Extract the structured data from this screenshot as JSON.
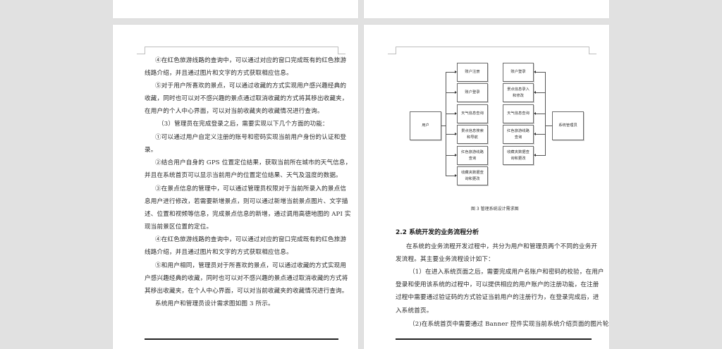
{
  "viewer": {
    "background_color": "#e1e1e1",
    "page_color": "#ffffff"
  },
  "left_page": {
    "lines": [
      "④在红色旅游线路的查询中，可以通过对应的窗口完成既有的红色旅游",
      "线路介绍，并且通过图片和文字的方式获取相应信息。",
      "⑤对于用户所喜欢的景点，可以通过收藏的方式实现用户感兴趣经典的",
      "收藏，同时也可以对不感兴趣的景点通过取消收藏的方式将其移出收藏夹，",
      "在用户的个人中心界面，可以对当前收藏夹的收藏情况进行查询。",
      "（3）管理员在完成登录之后，需要实现以下几个方面的功能：",
      "①可以通过用户自定义注册的账号和密码实现当前用户身份的认证和登",
      "录。",
      "②结合用户自身的 GPS 位置定位结果，获取当前所在城市的天气信息，",
      "并且在系统首页可以显示当前用户的位置定位结果、天气及温度的数据。",
      "③在景点信息的管理中，可以通过管理员权限对于当前所录入的景点信",
      "息用户进行修改，若需要新增景点，则可以通过新增当前景点图片、文字描",
      "述、位置和视频等信息，完成景点信息的新增，通过调用高德地图的 API 实",
      "现当前景区位置的定位。",
      "④在红色旅游线路的查询中，可以通过对应的窗口完成既有的红色旅游",
      "线路介绍，并且通过图片和文字的方式获取相应信息。",
      "⑤和用户相同，管理员对于所喜欢的景点，可以通过收藏的方式实现用",
      "户感兴趣经典的收藏，同时也可以对不感兴趣的景点通过取消收藏的方式将",
      "其移出收藏夹，在个人中心界面，可以对当前收藏夹的收藏情况进行查询。",
      "系统用户和管理员设计需求图如图 3 所示。"
    ]
  },
  "right_page": {
    "diagram": {
      "user_label": "用户",
      "admin_label": "系统管理员",
      "user_functions": [
        "账户注册",
        "账户登录",
        "天气信息查询",
        "景点信息搜索和导航",
        "红色旅游线路查询",
        "收藏夹数据查询和更改"
      ],
      "admin_functions": [
        "账户登录",
        "景点信息录入和修改",
        "天气信息查询",
        "红色旅游线路查询",
        "收藏夹数据查询和更改"
      ],
      "caption": "图 3  管理系统设计需求图"
    },
    "section_heading": "2.2  系统开发的业务流程分析",
    "lines": [
      "在系统的业务流程开发过程中，共分为用户和管理员两个不同的业务开",
      "发流程。其主要业务流程设计如下：",
      "（1）在进入系统页面之后，需要完成用户名账户和密码的校验，在用户",
      "登录和使用该系统的过程中，可以提供相应的用户账户的注册功能，在注册",
      "过程中需要通过验证码的方式验证当前用户的注册行为，在登录完成后，进",
      "入系统首页。",
      "（2)在系统首页中需要通过 Banner 控件实现当前系统介绍页面的图片轮"
    ]
  }
}
